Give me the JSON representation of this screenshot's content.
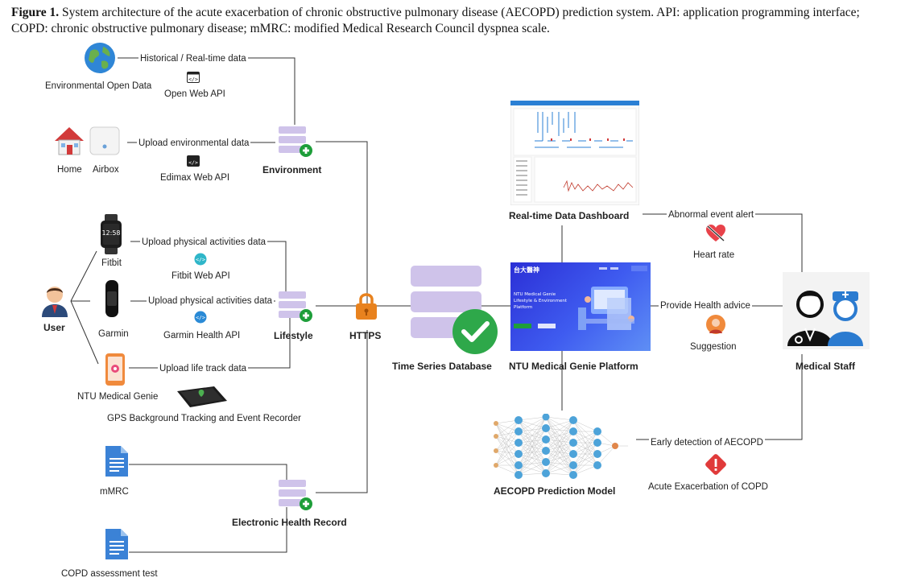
{
  "caption": {
    "label": "Figure 1.",
    "text": "System architecture of the acute exacerbation of chronic obstructive pulmonary disease (AECOPD) prediction system. API: application programming interface; COPD: chronic obstructive pulmonary disease; mMRC: modified Medical Research Council dyspnea scale."
  },
  "sources": {
    "env_open_data": "Environmental Open Data",
    "open_web_api": "Open Web API",
    "historical_link": "Historical / Real-time data",
    "home": "Home",
    "airbox": "Airbox",
    "upload_env": "Upload environmental data",
    "edimax_api": "Edimax Web API",
    "environment": "Environment",
    "fitbit": "Fitbit",
    "upload_fitbit": "Upload physical activities data",
    "fitbit_api": "Fitbit Web API",
    "user": "User",
    "garmin": "Garmin",
    "upload_garmin": "Upload physical activities data",
    "garmin_api": "Garmin Health API",
    "lifestyle": "Lifestyle",
    "ntu_genie": "NTU Medical Genie",
    "upload_life_track": "Upload life track data",
    "gps_tracking": "GPS Background Tracking and Event Recorder",
    "mmrc": "mMRC",
    "copd_test": "COPD assessment test",
    "ehr": "Electronic Health Record"
  },
  "center": {
    "https": "HTTPS",
    "tsdb": "Time Series Database",
    "dashboard": "Real-time Data Dashboard",
    "platform": "NTU Medical Genie Platform",
    "model": "AECOPD Prediction Model"
  },
  "right": {
    "abnormal_alert": "Abnormal event alert",
    "heart_rate": "Heart rate",
    "provide_advice": "Provide Health advice",
    "suggestion": "Suggestion",
    "medical_staff": "Medical Staff",
    "early_detection": "Early detection of AECOPD",
    "acute_exacerbation": "Acute Exacerbation of COPD"
  },
  "platform_screen": {
    "brand": "台大醫神",
    "headline": "NTU Medical Genie Lifestyle & Environment Platform"
  },
  "colors": {
    "db_purple": "#cfc3ea",
    "plus_green": "#1e9e3a",
    "check_green": "#2ea84a",
    "lock_orange": "#e8821e",
    "platform_blue": "#2f3fe0",
    "alert_red": "#e03a3a",
    "doc_blue": "#2b7bd0"
  }
}
